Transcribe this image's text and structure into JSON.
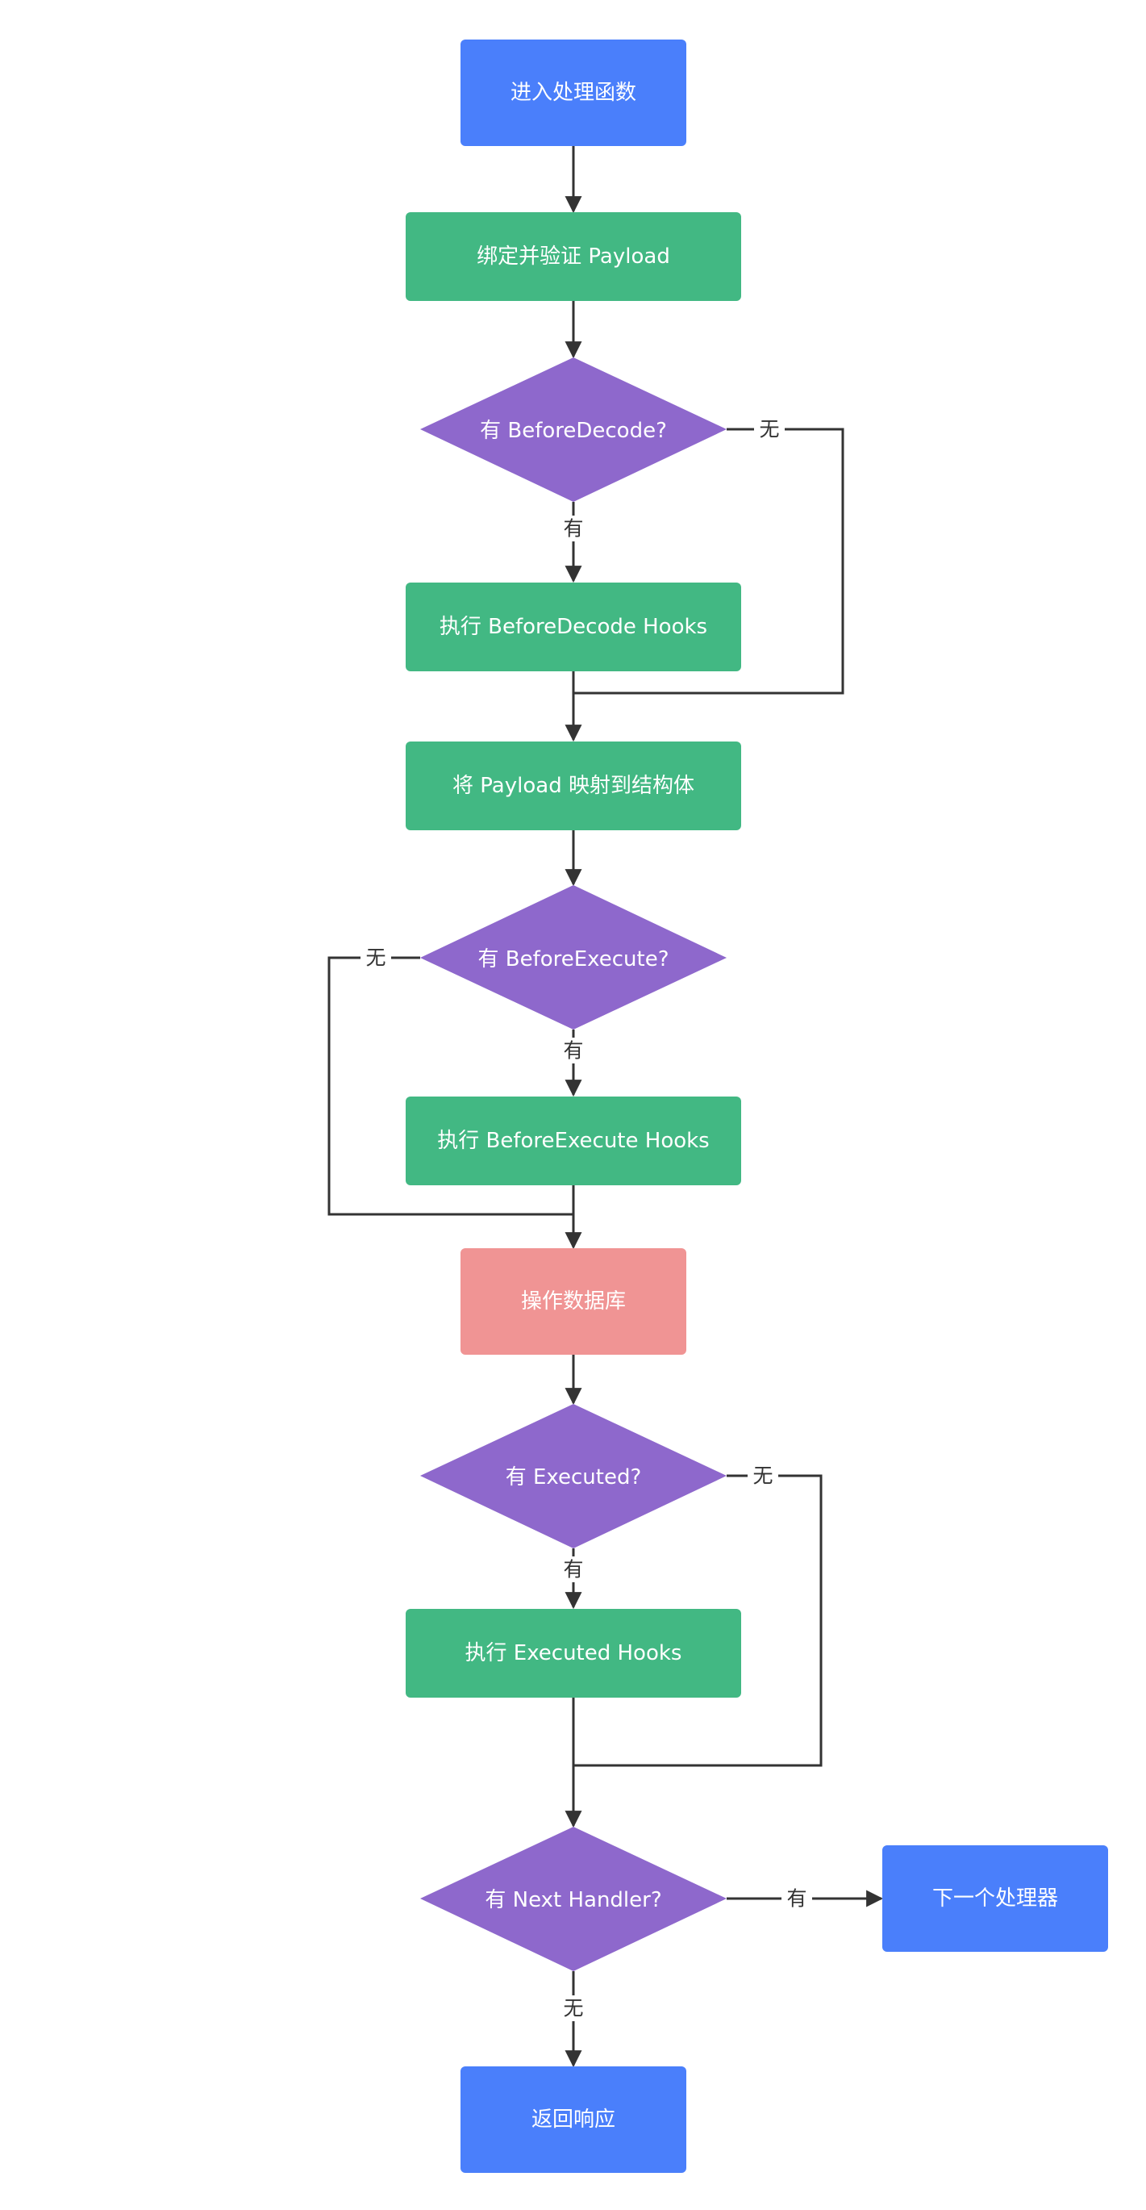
{
  "colors": {
    "blue": "#4a7ffb",
    "green": "#42b883",
    "purple": "#8e68cc",
    "red": "#f09494",
    "line": "#333333",
    "background": "#ffffff"
  },
  "nodes": {
    "enter": "进入处理函数",
    "bind": "绑定并验证 Payload",
    "q_before_decode": "有 BeforeDecode?",
    "run_before_decode": "执行 BeforeDecode Hooks",
    "map_payload": "将 Payload 映射到结构体",
    "q_before_execute": "有 BeforeExecute?",
    "run_before_execute": "执行 BeforeExecute Hooks",
    "db_op": "操作数据库",
    "q_executed": "有 Executed?",
    "run_executed": "执行 Executed Hooks",
    "q_next_handler": "有 Next Handler?",
    "next_handler": "下一个处理器",
    "return_response": "返回响应"
  },
  "edge_labels": {
    "before_decode_no": "无",
    "before_decode_yes": "有",
    "before_execute_no": "无",
    "before_execute_yes": "有",
    "executed_no": "无",
    "executed_yes": "有",
    "next_handler_yes": "有",
    "next_handler_no": "无"
  }
}
